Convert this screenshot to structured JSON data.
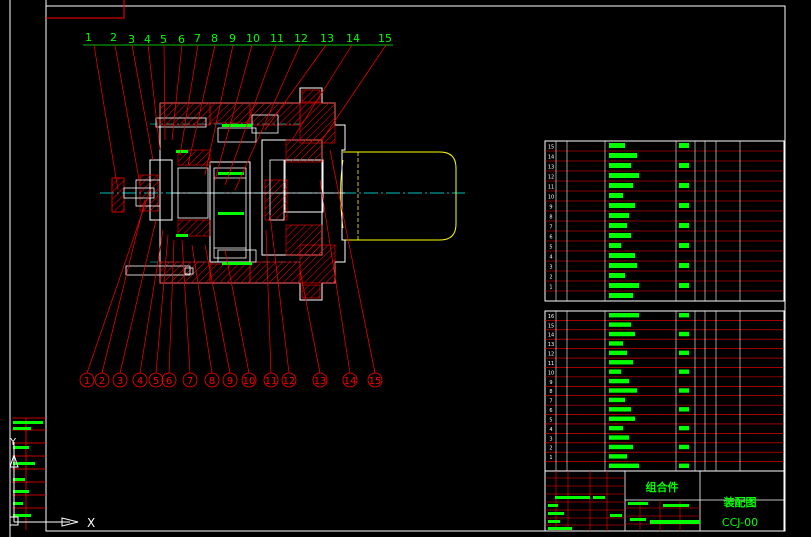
{
  "colors": {
    "background": "#000000",
    "frame": "#ffffff",
    "leader": "#ff0000",
    "label": "#00ff00",
    "fill": "#00ff00",
    "hatch": "#ff0000",
    "centerline": "#00ffff",
    "outline": "#ffff00"
  },
  "part_labels_top": [
    "1",
    "2",
    "3",
    "4",
    "5",
    "6",
    "7",
    "8",
    "9",
    "10",
    "11",
    "12",
    "13",
    "14",
    "15"
  ],
  "part_labels_bottom": [
    "1",
    "2",
    "3",
    "4",
    "5",
    "6",
    "7",
    "8",
    "9",
    "10",
    "11",
    "12",
    "13",
    "14",
    "15"
  ],
  "title_block": {
    "assembly_label": "组合件",
    "drawing_name": "装配图",
    "drawing_number": "CCJ-00"
  },
  "bom_upper": {
    "row_numbers": [
      "15",
      "14",
      "13",
      "12",
      "11",
      "10",
      "9",
      "8",
      "7",
      "6",
      "5",
      "4",
      "3",
      "2",
      "1",
      ""
    ]
  },
  "bom_lower": {
    "row_numbers": [
      "16",
      "15",
      "14",
      "13",
      "12",
      "11",
      "10",
      "9",
      "8",
      "7",
      "6",
      "5",
      "4",
      "3",
      "2",
      "1",
      ""
    ]
  },
  "ucs": {
    "x_label": "X",
    "y_label": "Y"
  }
}
